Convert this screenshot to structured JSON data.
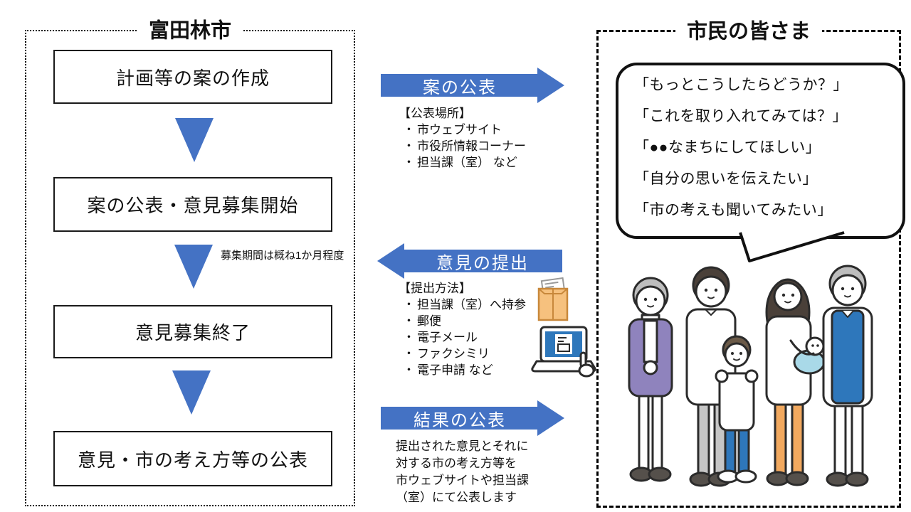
{
  "ui": {
    "bullet": "・"
  },
  "colors": {
    "flow_blue": "#4472C4",
    "illustration_blue": "#2E77BB",
    "envelope_orange": "#F6C17E",
    "pants_orange": "#F2A95F",
    "cardigan_purple": "#8F83BD",
    "hair_gray": "#BDBDBD",
    "hair_brown": "#4A4039",
    "pants_gray": "#C6C6C6",
    "baby_blue": "#A9D9E8",
    "ink": "#2B2B2B"
  },
  "city_panel": {
    "title": "富田林市",
    "steps": [
      "計画等の案の作成",
      "案の公表・意見募集開始",
      "意見募集終了",
      "意見・市の考え方等の公表"
    ],
    "period_note": "募集期間は概ね1か月程度"
  },
  "flow_publish": {
    "label": "案の公表",
    "heading": "【公表場所】",
    "items": [
      "市ウェブサイト",
      "市役所情報コーナー",
      "担当課（室） など"
    ]
  },
  "flow_submit": {
    "label": "意見の提出",
    "heading": "【提出方法】",
    "items": [
      "担当課（室）へ持参",
      "郵便",
      "電子メール",
      "ファクシミリ",
      "電子申請 など"
    ]
  },
  "flow_result": {
    "label": "結果の公表",
    "lines": [
      "提出された意見とそれに",
      "対する市の考え方等を",
      "市ウェブサイトや担当課",
      "（室）にて公表します"
    ]
  },
  "citizens_panel": {
    "title": "市民の皆さま",
    "bubble_lines": [
      "「もっとこうしたらどうか？」",
      "「これを取り入れてみては？」",
      "「●●なまちにしてほしい」",
      "「自分の思いを伝えたい」",
      "「市の考えも聞いてみたい」"
    ],
    "people": [
      "grandmother",
      "father",
      "boy",
      "mother-with-baby",
      "grandfather"
    ]
  }
}
